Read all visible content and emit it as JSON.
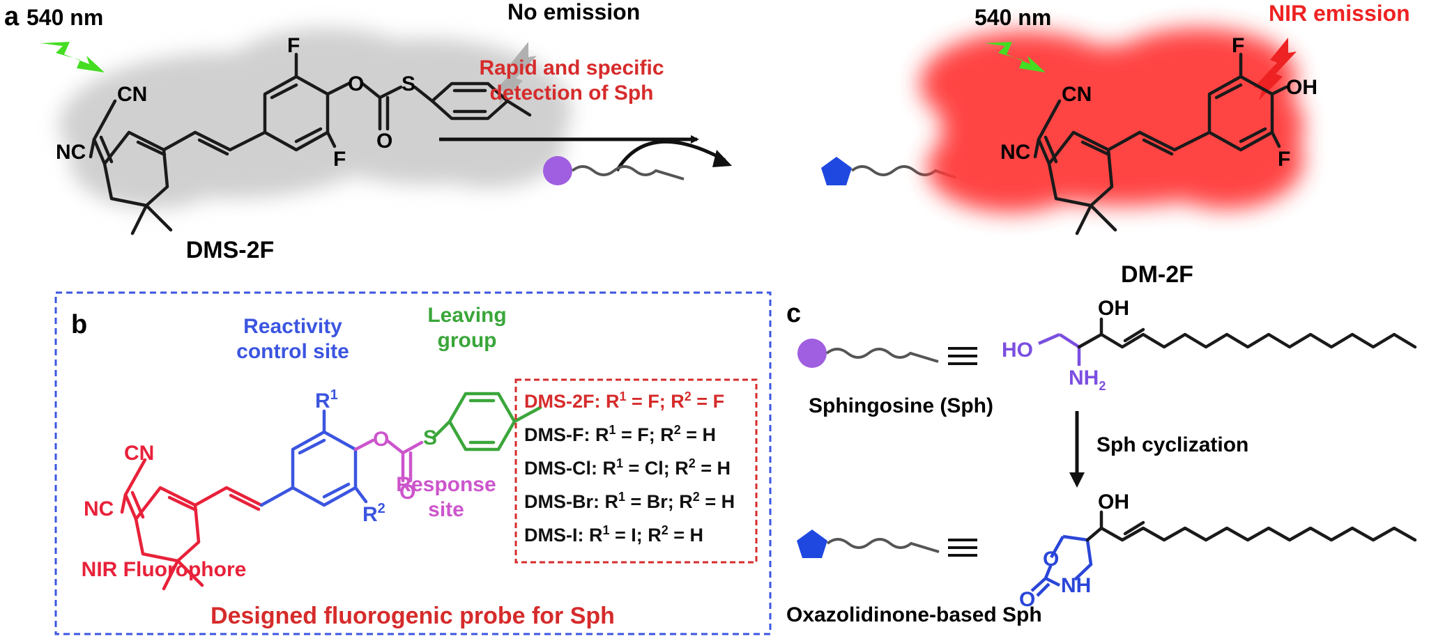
{
  "panels": {
    "a": "a",
    "b": "b",
    "c": "c"
  },
  "panel_a": {
    "excite_left": "540 nm",
    "no_emission": "No emission",
    "probe_name": "DMS-2F",
    "arrow_text_line1": "Rapid and specific",
    "arrow_text_line2": "detection of Sph",
    "excite_right": "540 nm",
    "nir_emission": "NIR emission",
    "product_name": "DM-2F",
    "atoms": {
      "cn": "CN",
      "nc": "NC",
      "f": "F",
      "o": "O",
      "s": "S",
      "oh": "OH"
    }
  },
  "panel_b": {
    "reactivity_line1": "Reactivity",
    "reactivity_line2": "control site",
    "leaving_line1": "Leaving",
    "leaving_line2": "group",
    "response_line1": "Response",
    "response_line2": "site",
    "fluorophore": "NIR Fluorophore",
    "r1": "R",
    "r1_sup": "1",
    "r2": "R",
    "r2_sup": "2",
    "caption": "Designed fluorogenic probe for Sph",
    "variants": [
      {
        "name": "DMS-2F",
        "r1": "F",
        "r2": "F"
      },
      {
        "name": "DMS-F",
        "r1": "F",
        "r2": "H"
      },
      {
        "name": "DMS-Cl",
        "r1": "Cl",
        "r2": "H"
      },
      {
        "name": "DMS-Br",
        "r1": "Br",
        "r2": "H"
      },
      {
        "name": "DMS-I",
        "r1": "I",
        "r2": "H"
      }
    ]
  },
  "panel_c": {
    "sph_label": "Sphingosine (Sph)",
    "cyclization": "Sph cyclization",
    "oxazolidinone_label": "Oxazolidinone-based Sph",
    "atoms": {
      "oh": "OH",
      "ho": "HO",
      "nh2": "NH",
      "nh2_sub": "2",
      "nh": "NH",
      "o": "O"
    }
  },
  "colors": {
    "fluorophore": "#e8213a",
    "reactivity": "#3b55e0",
    "leaving": "#3aa63a",
    "response": "#cc55cc",
    "caption": "#d62b2b",
    "dashed_blue": "#3b55e0",
    "dashed_red": "#d62b2b",
    "glow_red": "#ff3b3b",
    "gray_cloud": "#d4d4d4",
    "sph_circle": "#a05ee0",
    "pentagon": "#1f48e0",
    "bolt_green": "#44dd22",
    "bolt_red": "#ee2222"
  }
}
